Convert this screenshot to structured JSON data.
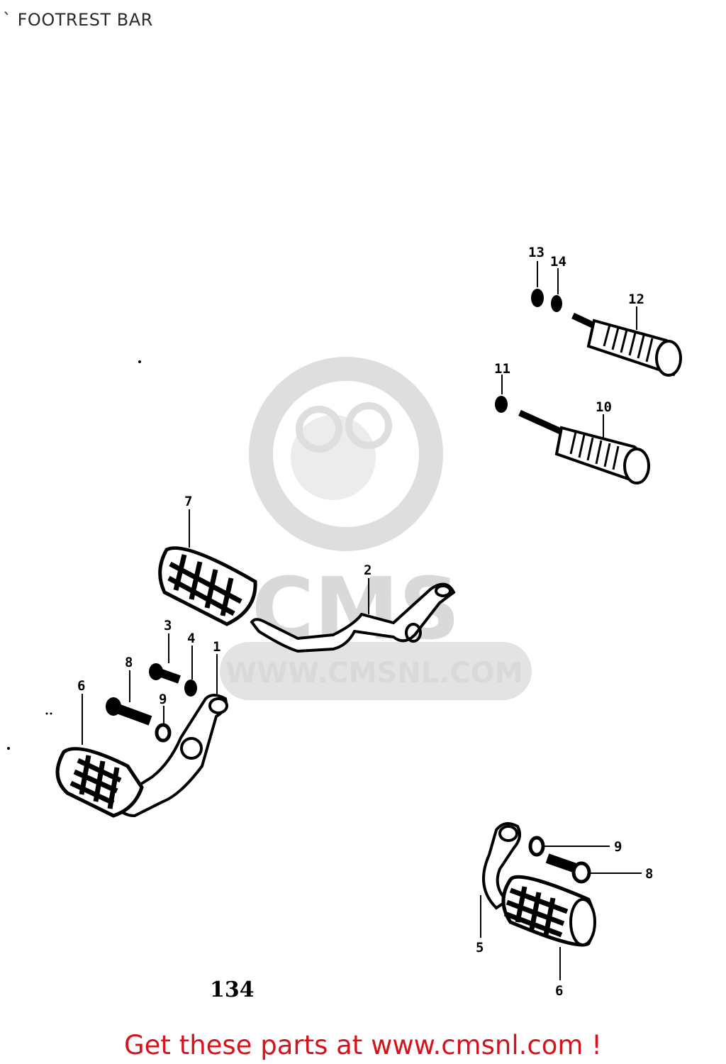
{
  "header": {
    "title": "` FOOTREST BAR"
  },
  "watermark": {
    "brand": "CMS",
    "url": "WWW.CMSNL.COM"
  },
  "page_number": "134",
  "callouts": {
    "c1": "1",
    "c2": "2",
    "c3": "3",
    "c4": "4",
    "c5": "5",
    "c6a": "6",
    "c6b": "6",
    "c7": "7",
    "c8a": "8",
    "c8b": "8",
    "c9a": "9",
    "c9b": "9",
    "c10": "10",
    "c11": "11",
    "c12": "12",
    "c13": "13",
    "c14": "14"
  },
  "footer": {
    "text": "Get these parts at www.cmsnl.com !"
  },
  "colors": {
    "footer": "#d8121a",
    "watermark": "#d9d9d9",
    "ink": "#000000"
  }
}
